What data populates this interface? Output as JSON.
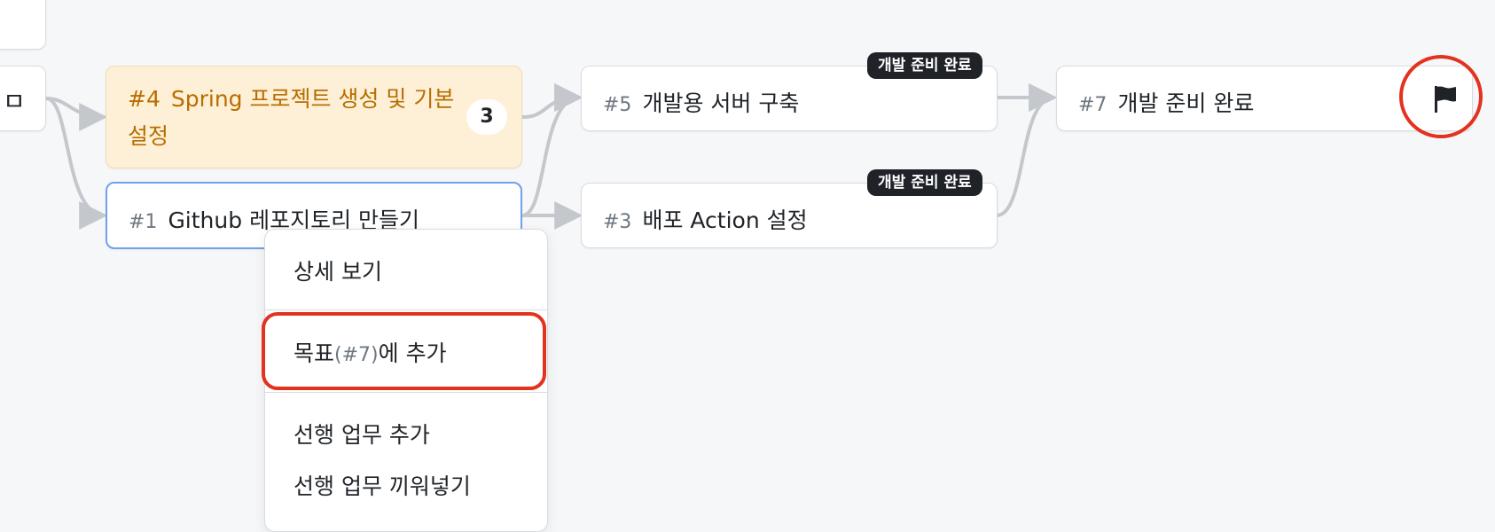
{
  "nodes": {
    "n4": {
      "num": "#4",
      "title": "Spring 프로젝트 생성 및 기본",
      "title_line2": "설정",
      "count": "3"
    },
    "n1": {
      "num": "#1",
      "title": "Github 레포지토리 만들기"
    },
    "n5": {
      "num": "#5",
      "title": "개발용 서버 구축",
      "badge": "개발 준비 완료"
    },
    "n3": {
      "num": "#3",
      "title": "배포 Action 설정",
      "badge": "개발 준비 완료"
    },
    "n7": {
      "num": "#7",
      "title": "개발 준비 완료"
    }
  },
  "start_node": {
    "glyph": "ㅁ"
  },
  "context_menu": {
    "view_details": "상세 보기",
    "add_to_goal_prefix": "목표",
    "add_to_goal_ref": "(#7)",
    "add_to_goal_suffix": "에 추가",
    "add_predecessor": "선행 업무 추가",
    "insert_predecessor": "선행 업무 끼워넣기"
  },
  "colors": {
    "highlight": "#e3321e",
    "active_node_bg": "#fdf0d6",
    "active_node_text": "#b86e00",
    "selected_border": "#6fa2e8"
  }
}
